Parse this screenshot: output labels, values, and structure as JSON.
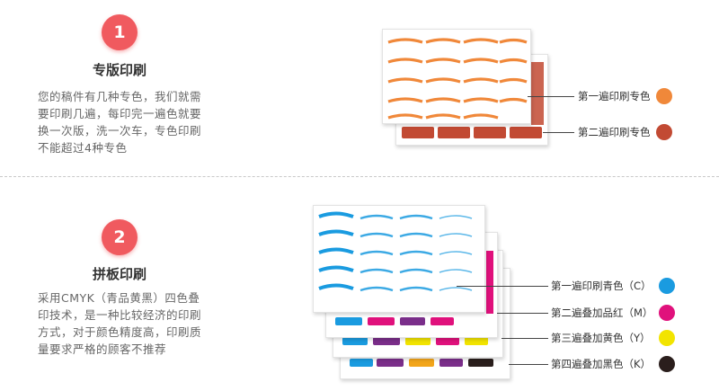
{
  "step1": {
    "number": "1",
    "title": "专版印刷",
    "description": "您的稿件有几种专色，我们就需要印刷几遍，每印完一遍色就要换一次版，洗一次车，专色印刷不能超过4种专色",
    "callouts": [
      {
        "label": "第一遍印刷专色",
        "color": "#f0883a"
      },
      {
        "label": "第二遍印刷专色",
        "color": "#c24a33"
      }
    ]
  },
  "step2": {
    "number": "2",
    "title": "拼板印刷",
    "description": "采用CMYK（青品黄黑）四色叠印技术，是一种比较经济的印刷方式，对于颜色精度高，印刷质量要求严格的顾客不推荐",
    "callouts": [
      {
        "label": "第一遍印刷青色（C）",
        "color": "#1a9be0"
      },
      {
        "label": "第二遍叠加品红（M）",
        "color": "#e0117c"
      },
      {
        "label": "第三遍叠加黄色（Y）",
        "color": "#f2e400"
      },
      {
        "label": "第四遍叠加黑色（K）",
        "color": "#2a1e1c"
      }
    ]
  }
}
